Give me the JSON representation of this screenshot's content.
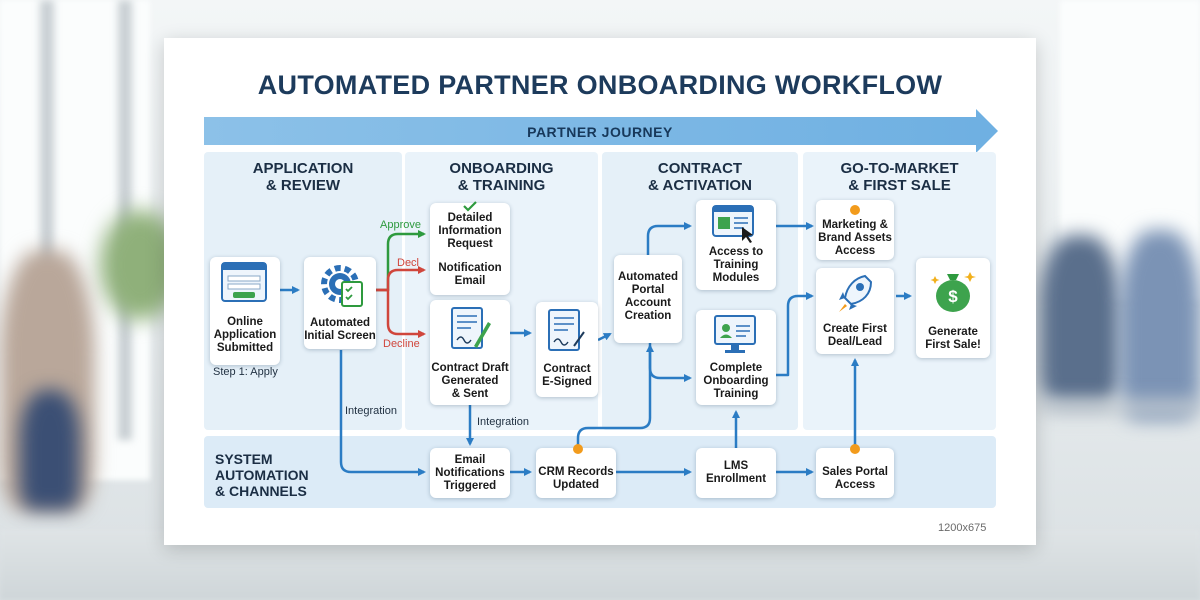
{
  "title": "AUTOMATED PARTNER ONBOARDING WORKFLOW",
  "journey_label": "PARTNER JOURNEY",
  "phases": [
    {
      "title": "APPLICATION\n& REVIEW"
    },
    {
      "title": "ONBOARDING\n& TRAINING"
    },
    {
      "title": "CONTRACT\n& ACTIVATION"
    },
    {
      "title": "GO-TO-MARKET\n& FIRST SALE"
    }
  ],
  "system_title": "SYSTEM\nAUTOMATION\n& CHANNELS",
  "nodes": {
    "online_application": "Online\nApplication\nSubmitted",
    "step_label": "Step 1: Apply",
    "automated_screen": "Automated\nInitial Screen",
    "detailed_info": "Detailed\nInformation\nRequest",
    "notification_email": "Notification\nEmail",
    "contract_draft": "Contract Draft\nGenerated\n& Sent",
    "contract_esigned": "Contract\nE-Signed",
    "portal_creation": "Automated\nPortal\nAccount\nCreation",
    "access_training": "Access to\nTraining\nModules",
    "complete_training": "Complete\nOnboarding\nTraining",
    "marketing_assets": "Marketing &\nBrand Assets\nAccess",
    "first_deal": "Create First\nDeal/Lead",
    "first_sale": "Generate\nFirst Sale!",
    "email_triggered": "Email\nNotifications\nTriggered",
    "crm_updated": "CRM Records\nUpdated",
    "lms_enrollment": "LMS\nEnrollment",
    "sales_portal": "Sales Portal\nAccess"
  },
  "branches": {
    "approve": "Approve",
    "decl": "Decl",
    "decline": "Decline"
  },
  "integration_labels": [
    "Integration",
    "Integration"
  ],
  "dimension_note": "1200x675",
  "colors": {
    "title": "#1d3b5c",
    "arrow": "#2b7cc4",
    "approve": "#2e9a3e",
    "decline": "#d0463c",
    "phase_bg": "#e5f0f8",
    "system_bg": "#dcebf7"
  },
  "icons": [
    "form-window-icon",
    "gear-checklist-icon",
    "contract-pen-icon",
    "e-sign-document-icon",
    "browser-cursor-icon",
    "monitor-profile-icon",
    "rocket-icon",
    "money-bag-icon",
    "checkmark-icon",
    "orange-dot-icon"
  ]
}
